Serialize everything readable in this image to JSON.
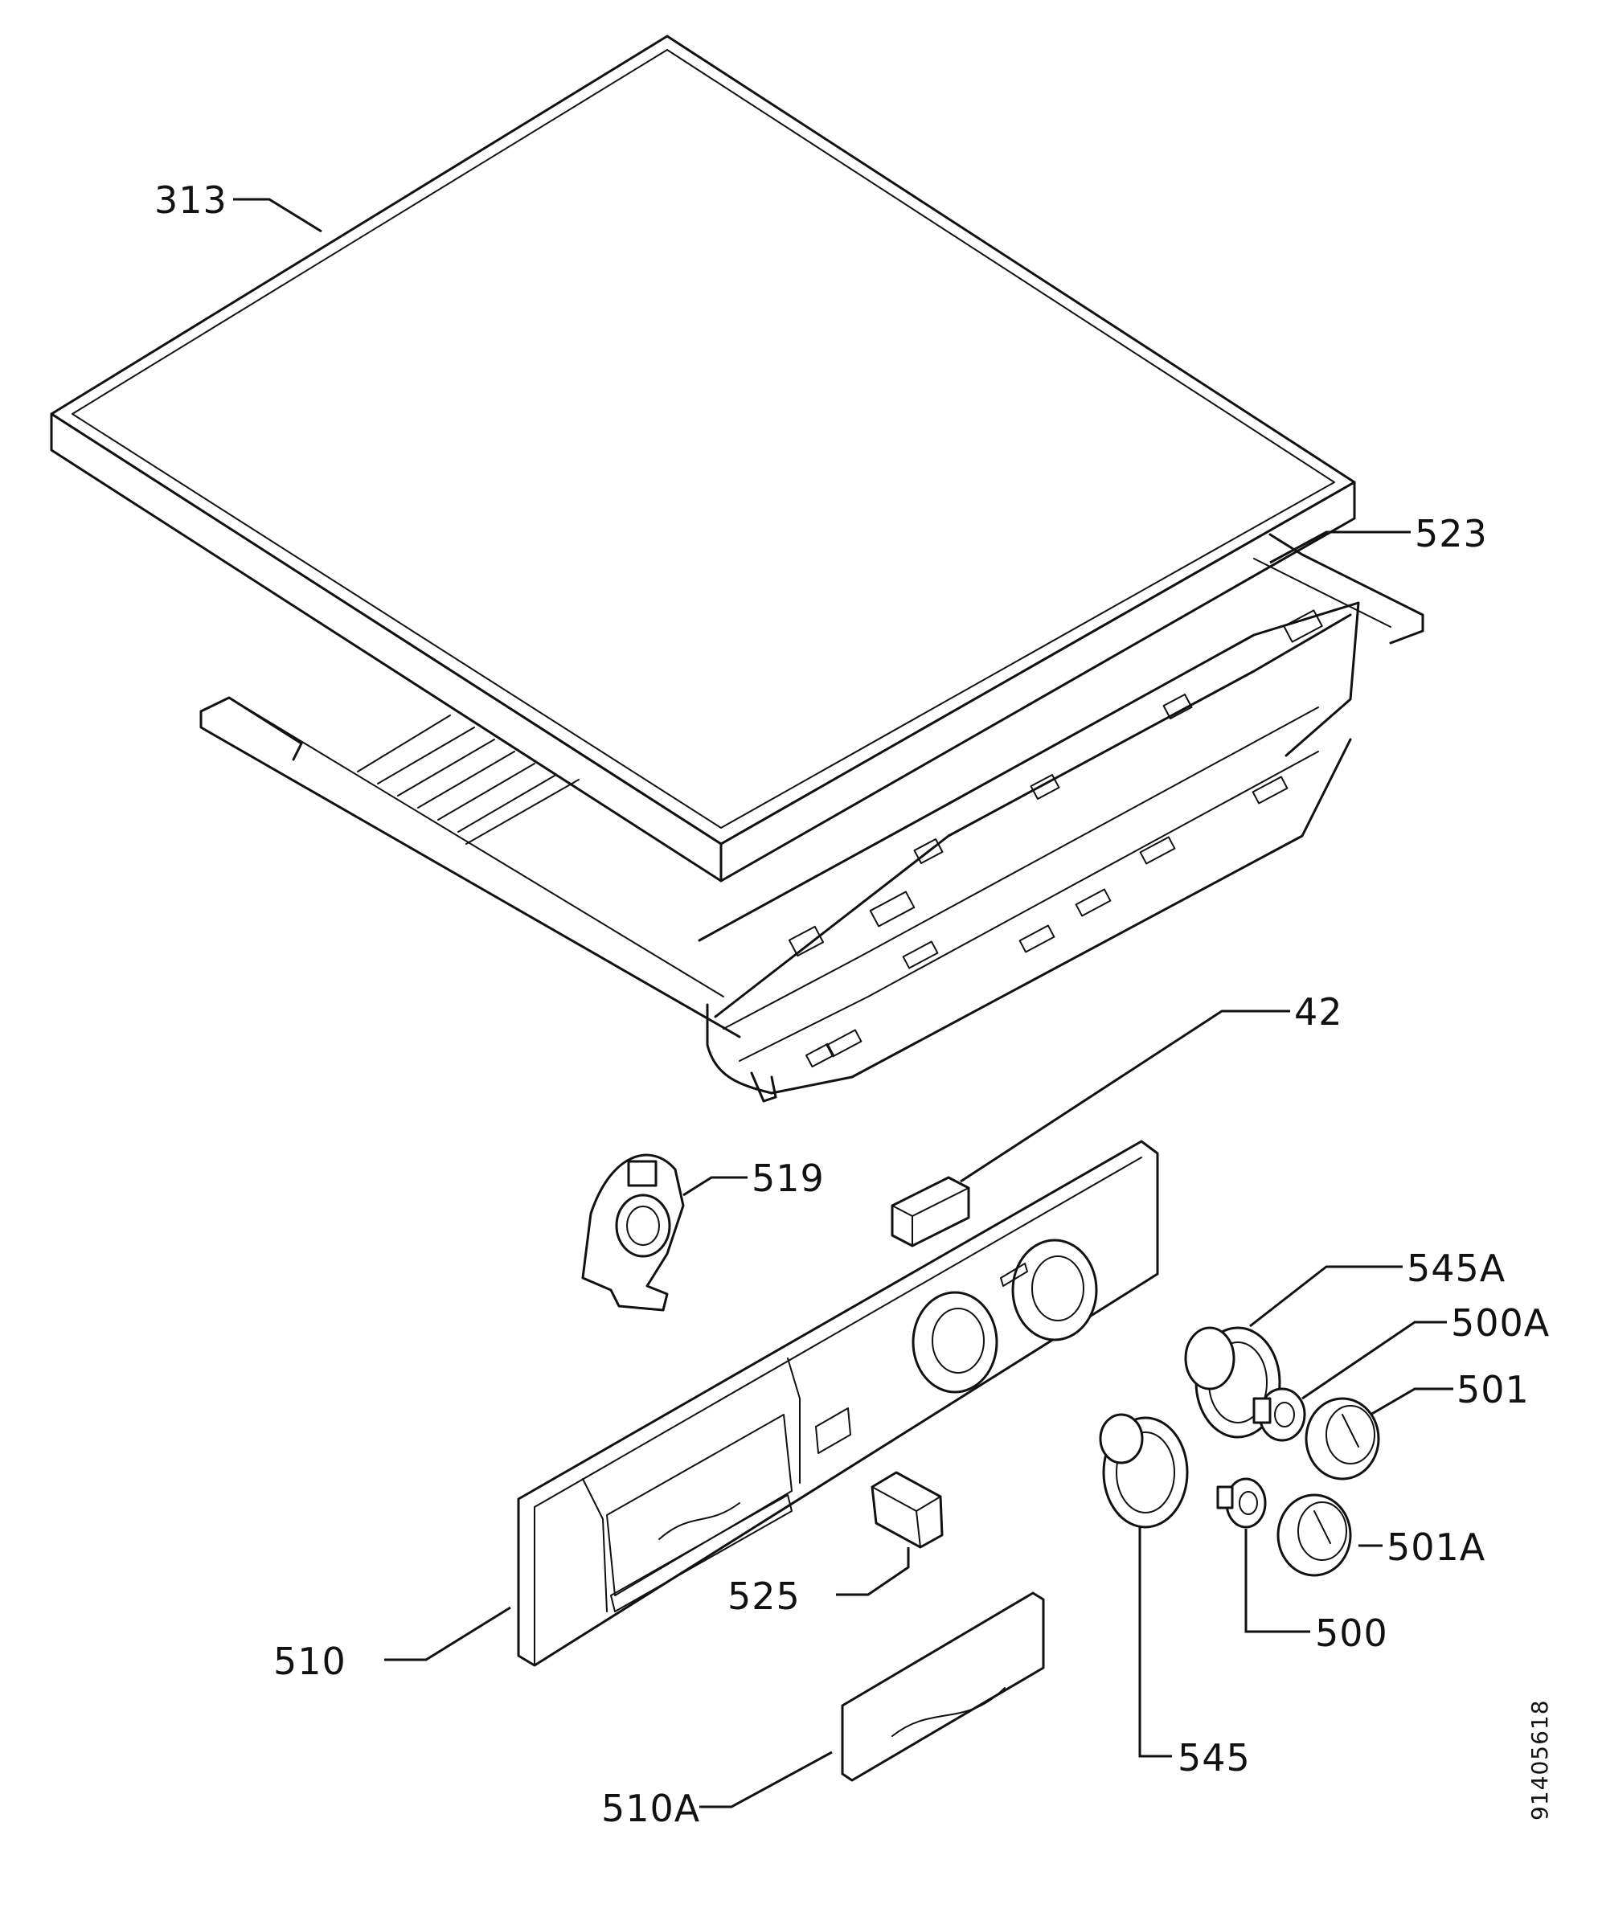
{
  "labels": {
    "p313": "313",
    "p523": "523",
    "p42": "42",
    "p519": "519",
    "p545A": "545A",
    "p500A": "500A",
    "p501": "501",
    "p501A": "501A",
    "p500": "500",
    "p545": "545",
    "p525": "525",
    "p510": "510",
    "p510A": "510A",
    "drawing_number": "91405618"
  }
}
